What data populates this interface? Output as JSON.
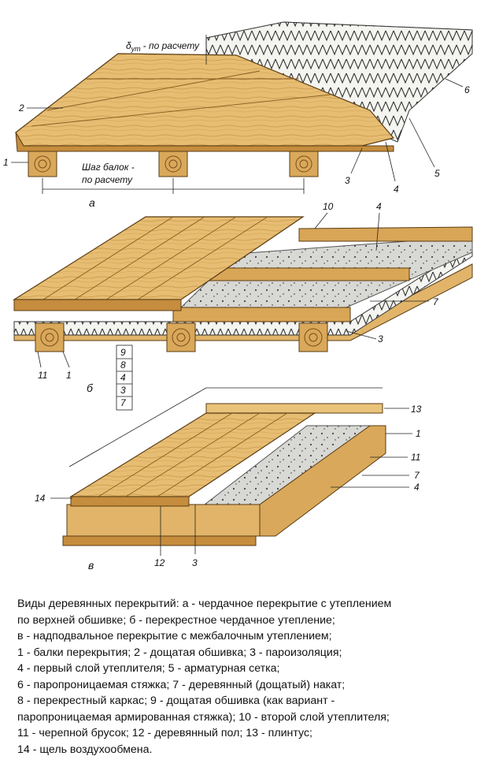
{
  "panel_a": {
    "letter": "а",
    "thickness_symbol": "δ",
    "thickness_sub": "ут",
    "thickness_text": "- по расчету",
    "spacing_line1": "Шаг балок -",
    "spacing_line2": "по расчету",
    "callouts": [
      "1",
      "2",
      "3",
      "4",
      "5",
      "6"
    ]
  },
  "panel_b": {
    "letter": "б",
    "callouts": [
      "10",
      "4",
      "7",
      "3",
      "11",
      "1"
    ],
    "stack": [
      "9",
      "8",
      "4",
      "3",
      "7"
    ]
  },
  "panel_c": {
    "letter": "в",
    "callouts": [
      "13",
      "1",
      "11",
      "7",
      "4",
      "14",
      "12",
      "3"
    ]
  },
  "caption": {
    "lines": [
      "Виды деревянных перекрытий: а - чердачное перекрытие с утеплением",
      "по верхней обшивке; б - перекрестное чердачное утепление;",
      "в - надподвальное перекрытие с межбалочным утеплением;",
      "1 - балки перекрытия; 2 - дощатая обшивка; 3 - пароизоляция;",
      "4 - первый слой утеплителя; 5 - арматурная сетка;",
      "6 - паропроницаемая стяжка; 7 - деревянный (дощатый) накат;",
      "8 - перекрестный каркас; 9 - дощатая обшивка (как вариант -",
      "паропроницаемая армированная стяжка); 10 - второй слой утеплителя;",
      "11 - черепной брусок; 12 - деревянный пол; 13 - плинтус;",
      "14 - щель воздухообмена."
    ]
  },
  "colors": {
    "wood_light": "#e9c37a",
    "wood_mid": "#d9a85a",
    "wood_dark": "#b9833a",
    "insulation": "#f2f2ee",
    "screed": "#cfcfcb",
    "vapor_barrier": "#9a9a9a",
    "line": "#2b1d0e"
  }
}
